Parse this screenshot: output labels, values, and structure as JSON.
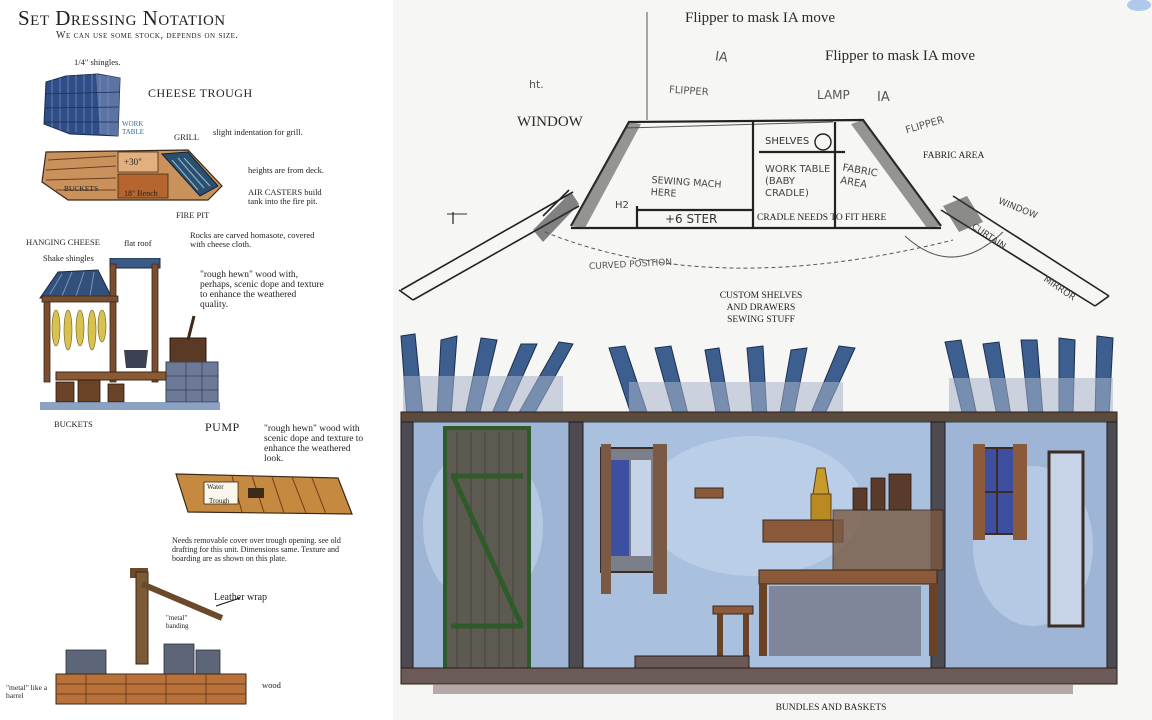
{
  "left_panel": {
    "title": "Set Dressing Notation",
    "subtitle": "We can use some stock, depends on size.",
    "shingles_note": "1/4\" shingles.",
    "cheese_trough": "CHEESE TROUGH",
    "work_table": "WORK TABLE",
    "grill": "GRILL",
    "grill_note": "slight indentation for grill.",
    "plus_30": "+30\"",
    "buckets_1": "BUCKETS",
    "bench": "18\" Bench",
    "heights_note": "heights are from deck.",
    "air_casters": "AIR CASTERS build tank into the fire pit.",
    "fire_pit": "FIRE PIT",
    "hanging_cheese": "HANGING CHEESE",
    "flat_roof": "flat roof",
    "rocks_note": "Rocks are carved homasote, covered with cheese cloth.",
    "shake_shingles": "Shake shingles",
    "rough_hewn_1": "\"rough hewn\" wood with, perhaps, scenic dope and texture to enhance the weathered quality.",
    "buckets_2": "BUCKETS",
    "pump": "PUMP",
    "rough_hewn_2": "\"rough hewn\" wood with scenic dope and texture to enhance the weathered look.",
    "water": "Water",
    "trough": "Trough",
    "removable_cover": "Needs removable cover over trough opening. see old drafting for this unit. Dimensions same. Texture and boarding are as shown on this plate.",
    "leather_wrap": "Leather wrap",
    "metal_banding": "\"metal\" banding",
    "metal_barrel": "\"metal\" like a barrel",
    "wood": "wood"
  },
  "right_panel": {
    "flipper_1": "Flipper to mask IA move",
    "flipper_2": "Flipper to mask IA move",
    "window": "WINDOW",
    "fabric_area": "FABRIC AREA",
    "cradle": "CRADLE NEEDS TO FIT HERE",
    "shelves_1": "CUSTOM SHELVES",
    "shelves_2": "AND DRAWERS",
    "shelves_3": "SEWING STUFF",
    "bundles": "BUNDLES AND BASKETS",
    "sketch_marks": {
      "ia_1": "IA",
      "ia_2": "IA",
      "flipper": "FLIPPER",
      "lamp": "LAMP",
      "shelves": "SHELVES",
      "sewing": "SEWING MACH HERE",
      "stor": "+6 STER",
      "work_table": "WORK TABLE (BABY CRADLE)",
      "fabric": "FABRIC AREA",
      "flipper_r": "FLIPPER",
      "window_r": "WINDOW",
      "curtain": "CURTAIN",
      "mirror": "MIRROR",
      "curved_position": "CURVED POSITION",
      "h2": "H2",
      "ht": "ht."
    }
  },
  "colors": {
    "wall_blue": "#a8bfdc",
    "wood_brown": "#7a4e2e",
    "slat_blue": "#3d5f8f",
    "stone": "#6f7b92"
  }
}
